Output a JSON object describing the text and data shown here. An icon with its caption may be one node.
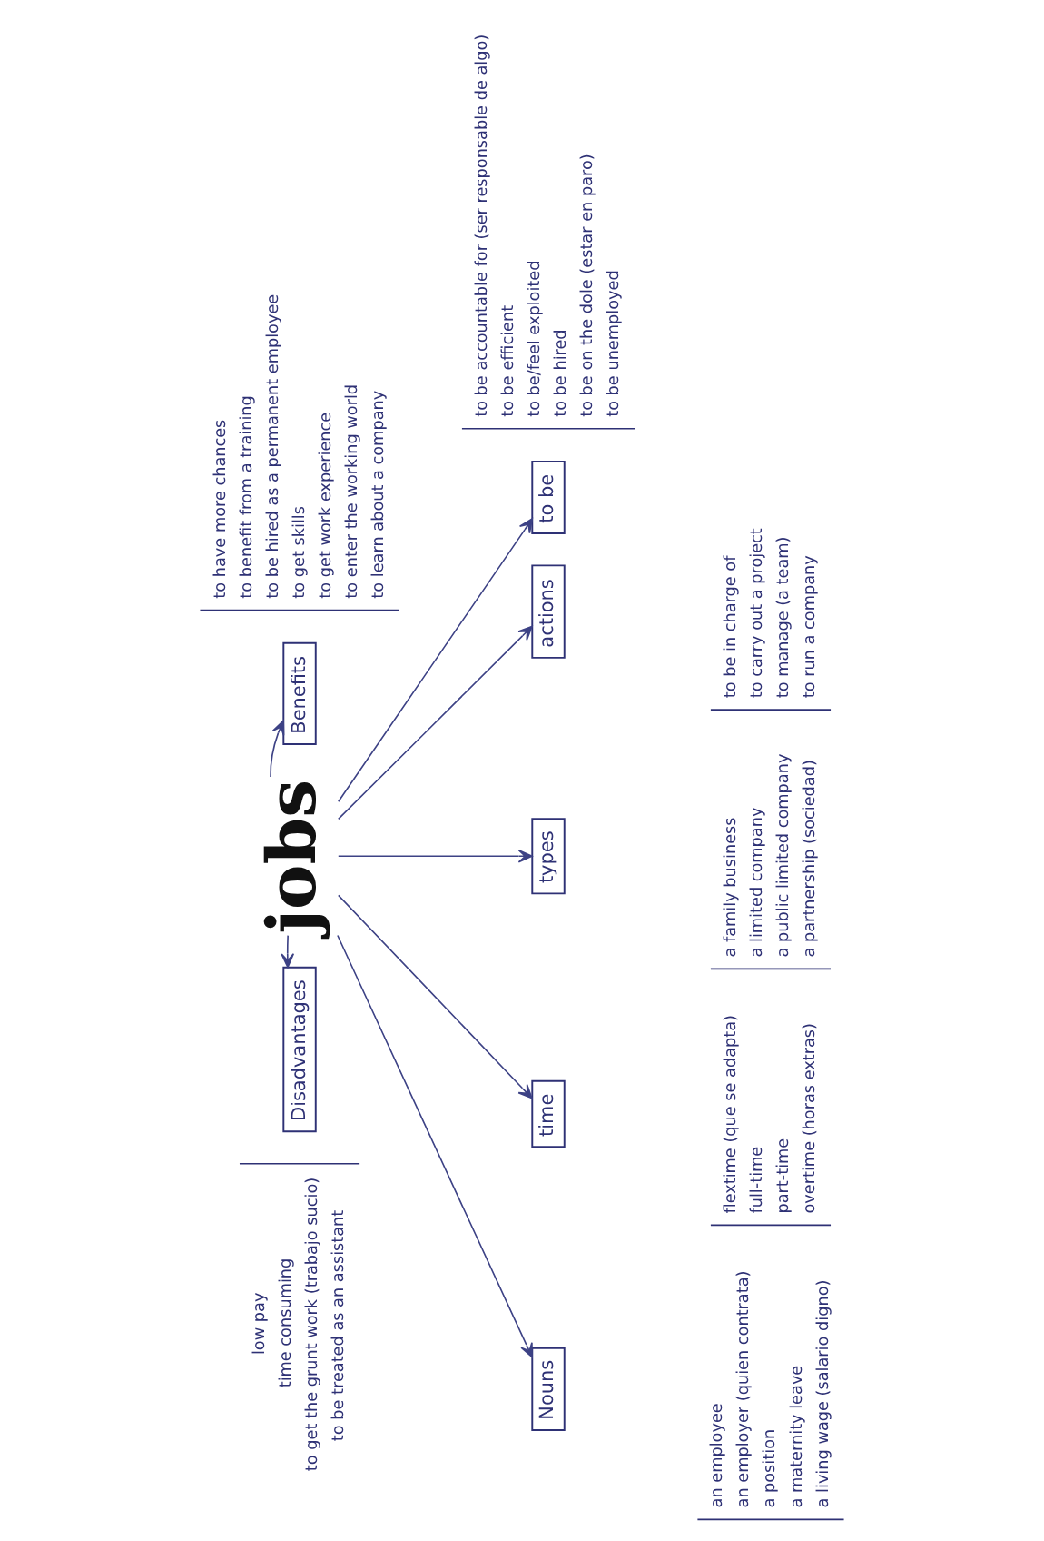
{
  "diagram": {
    "nodes": [
      {
        "text": [
          "jobs"
        ]
      },
      {
        "text": [
          "Disadvantages"
        ],
        "beside": [
          "low pay",
          "time consuming",
          "to get the grunt work (trabajo sucio)",
          "to be treated as an assistant"
        ]
      },
      {
        "text": [
          "Benefits"
        ],
        "beside": [
          "to have more chances",
          "to benefit from a training",
          "to be hired as a permanent employee",
          "to get skills",
          "to get work experience",
          "to enter the working world",
          "to learn about a company"
        ]
      },
      {
        "text": [
          "Nouns"
        ],
        "beside": [
          "an employee",
          "an employer (quien contrata)",
          "a position",
          "a maternity leave",
          "a living wage (salario digno)"
        ]
      },
      {
        "text": [
          "time"
        ],
        "beside": [
          "flextime (que se adapta)",
          "full-time",
          "part-time",
          "overtime (horas extras)"
        ]
      },
      {
        "text": [
          "types"
        ],
        "beside": [
          "a family business",
          "a limited company",
          "a public limited company",
          "a partnership (sociedad)"
        ]
      },
      {
        "text": [
          "actions"
        ],
        "beside": [
          "to be in charge of",
          "to carry out a project",
          "to manage (a team)",
          "to run a company"
        ]
      },
      {
        "text": [
          "to be"
        ],
        "beside": [
          "to be accountable for (ser responsable de algo)",
          "to be efficient",
          "to be/feel exploited",
          "to be hired",
          "to be on the dole (estar en paro)",
          "to be unemployed"
        ]
      }
    ],
    "edges": [
      {
        "from": 0,
        "to": 1,
        "arrow": "to"
      },
      {
        "from": 0,
        "to": 2,
        "arrow": "to"
      },
      {
        "from": 0,
        "to": 3,
        "arrow": "to"
      },
      {
        "from": 0,
        "to": 4,
        "arrow": "to"
      },
      {
        "from": 0,
        "to": 5,
        "arrow": "to"
      },
      {
        "from": 0,
        "to": 6,
        "arrow": "to"
      },
      {
        "from": 0,
        "to": 7,
        "arrow": "to"
      }
    ]
  }
}
